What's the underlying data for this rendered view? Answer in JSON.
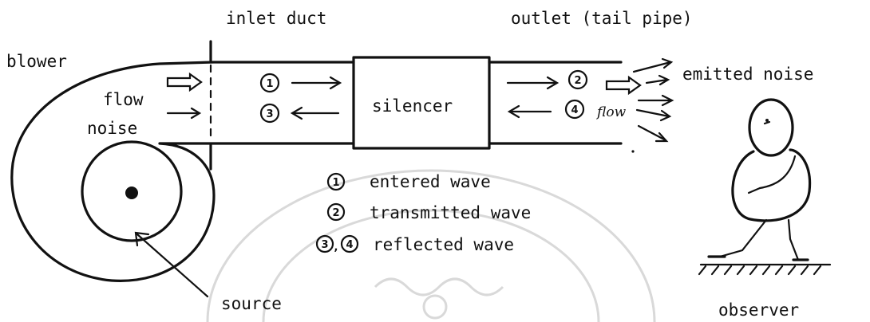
{
  "labels": {
    "inlet_duct": "inlet duct",
    "outlet": "outlet (tail pipe)",
    "blower": "blower",
    "emitted_noise": "emitted noise",
    "flow": "flow",
    "noise": "noise",
    "silencer": "silencer",
    "source": "source",
    "observer": "observer",
    "outlet_flow": "flow"
  },
  "wave_markers": {
    "m1": "1",
    "m2": "2",
    "m3": "3",
    "m4": "4"
  },
  "legend": [
    {
      "marker": "1",
      "text": "entered wave"
    },
    {
      "marker": "2",
      "text": "transmitted wave"
    },
    {
      "marker": "3,4",
      "marker_a": "3",
      "marker_b": "4",
      "text": "reflected wave"
    }
  ],
  "colors": {
    "ink": "#111111",
    "watermark": "#d9d9d9",
    "background": "#ffffff"
  }
}
